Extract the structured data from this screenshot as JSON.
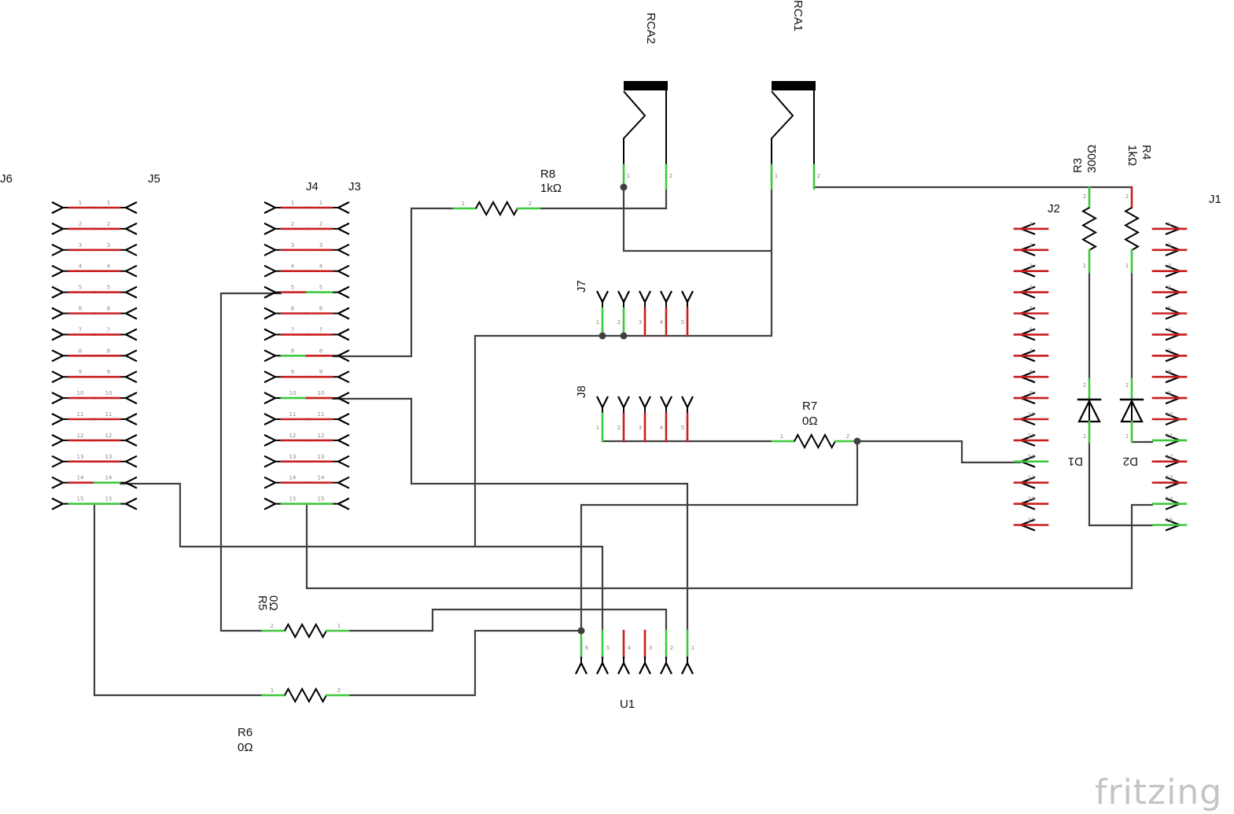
{
  "app": {
    "watermark": "fritzing"
  },
  "colors": {
    "wire": "#404040",
    "pin_connected": "#3ec83e",
    "pin_open": "#c81e1e",
    "outline": "#000000",
    "pin_label": "#888888"
  },
  "components": {
    "J1": {
      "label": "J1"
    },
    "J2": {
      "label": "J2"
    },
    "J3": {
      "label": "J3"
    },
    "J4": {
      "label": "J4"
    },
    "J5": {
      "label": "J5"
    },
    "J6": {
      "label": "J6"
    },
    "J7": {
      "label": "J7"
    },
    "J8": {
      "label": "J8"
    },
    "U1": {
      "label": "U1"
    },
    "RCA1": {
      "label": "RCA1"
    },
    "RCA2": {
      "label": "RCA2"
    },
    "R3": {
      "label": "R3",
      "value": "300Ω"
    },
    "R4": {
      "label": "R4",
      "value": "1kΩ"
    },
    "R5": {
      "label": "R5",
      "value": "0Ω"
    },
    "R6": {
      "label": "R6",
      "value": "0Ω"
    },
    "R7": {
      "label": "R7",
      "value": "0Ω"
    },
    "R8": {
      "label": "R8",
      "value": "1kΩ"
    },
    "D1": {
      "label": "D1"
    },
    "D2": {
      "label": "D2"
    }
  },
  "pin_numbers": {
    "header15": [
      "1",
      "2",
      "3",
      "4",
      "5",
      "6",
      "7",
      "8",
      "9",
      "10",
      "11",
      "12",
      "13",
      "14",
      "15"
    ],
    "header5": [
      "1",
      "2",
      "3",
      "4",
      "5"
    ],
    "u1": [
      "6",
      "5",
      "4",
      "3",
      "2",
      "1"
    ],
    "two": [
      "1",
      "2"
    ]
  }
}
